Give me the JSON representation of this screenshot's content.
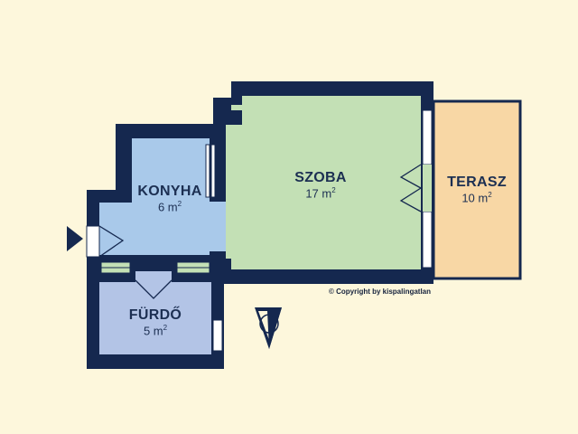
{
  "rooms": {
    "szoba": {
      "name": "SZOBA",
      "area": "17 m",
      "unit_sup": "2"
    },
    "konyha": {
      "name": "KONYHA",
      "area": "6 m",
      "unit_sup": "2"
    },
    "furdo": {
      "name": "FÜRDŐ",
      "area": "5 m",
      "unit_sup": "2"
    },
    "terasz": {
      "name": "TERASZ",
      "area": "10 m",
      "unit_sup": "2"
    }
  },
  "copyright": "© Copyright by kispalingatlan",
  "colors": {
    "background": "#fdf7dc",
    "wall": "#15284f",
    "szoba": "#c3e0b5",
    "konyha": "#a9c9ea",
    "furdo": "#b3c4e6",
    "terasz": "#f8d7a5",
    "entry": "#ffffff",
    "window": "#ffffff"
  },
  "icons": {
    "entrance": "entrance-arrow-icon",
    "compass": "north-compass-icon"
  }
}
